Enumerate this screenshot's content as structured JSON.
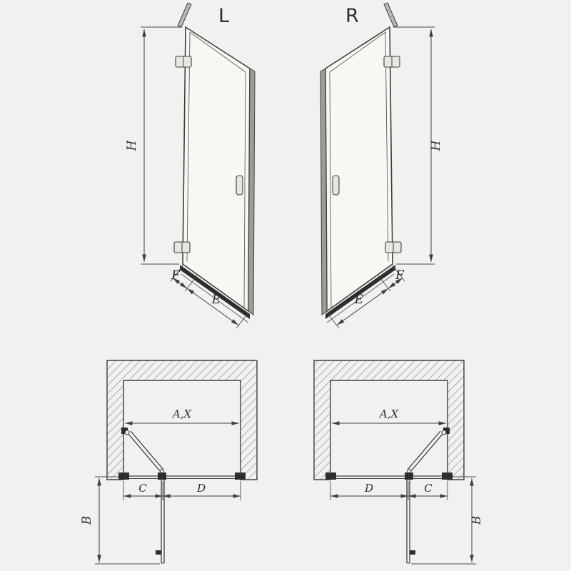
{
  "colors": {
    "background": "#f1f1ef",
    "line": "#3f3f3c",
    "dark_fill": "#2d2d2b"
  },
  "figures": {
    "front_left": {
      "variant_label": "L",
      "height_label": "H",
      "fixed_label": "F",
      "entry_label": "E"
    },
    "front_right": {
      "variant_label": "R",
      "height_label": "H",
      "fixed_label": "F",
      "entry_label": "E"
    },
    "plan_left": {
      "width_label": "A,X",
      "c_label": "C",
      "d_label": "D",
      "depth_label": "B"
    },
    "plan_right": {
      "width_label": "A,X",
      "c_label": "C",
      "d_label": "D",
      "depth_label": "B"
    }
  }
}
